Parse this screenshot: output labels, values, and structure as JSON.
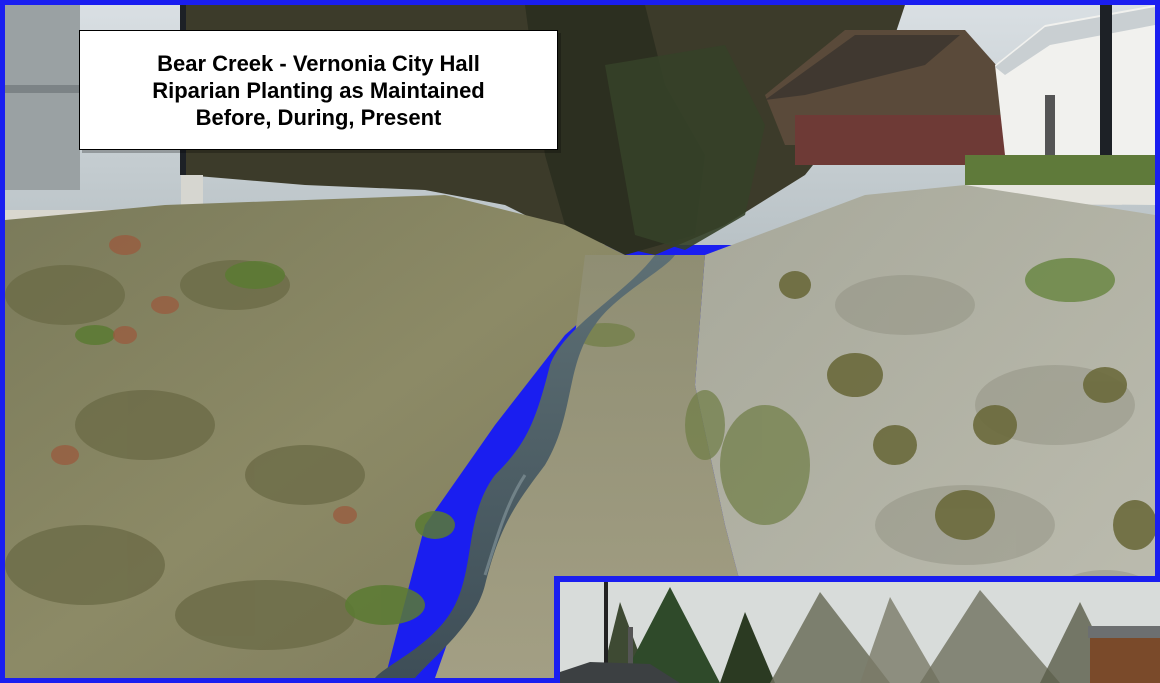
{
  "title_box": {
    "line1": "Bear Creek - Vernonia City Hall",
    "line2": "Riparian Planting as Maintained",
    "line3": "Before, During, Present"
  },
  "colors": {
    "frame_blue": "#1a1ef0",
    "title_bg": "#ffffff",
    "title_text": "#000000"
  }
}
